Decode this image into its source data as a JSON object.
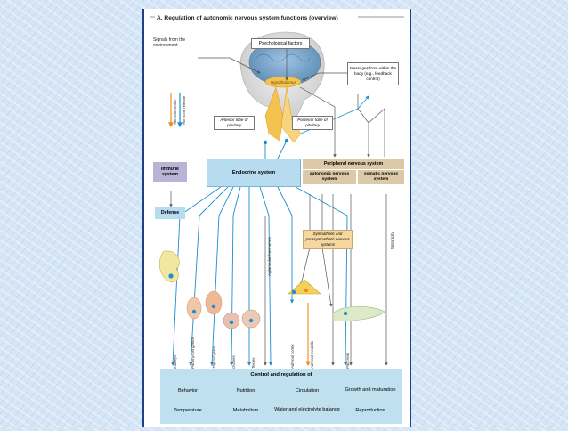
{
  "title": "A. Regulation of autonomic nervous system functions (overview)",
  "labels": {
    "signals": "Signals from the environment",
    "psych": "Psychological factors",
    "messages": "Messages from within the body (e.g., feedback control)",
    "hypothalamus": "Hypothalamus",
    "anterior": "Anterior lobe of pituitary",
    "posterior": "Posterior lobe of pituitary",
    "neurosecretion": "Neurosecretion",
    "hormone_release": "Hormone release",
    "immune": "Immune system",
    "endocrine": "Endocrine system",
    "peripheral": "Peripheral nervous system",
    "autonomic": "autonomic nervous system",
    "somatic": "somatic nervous system",
    "defense": "Defense",
    "aglandular": "Aglandular hormones",
    "motoricity": "Motoricity",
    "symp": "Sympathetic and parasympathetic nervous systems",
    "control": "Control and regulation of"
  },
  "organs": [
    "Kidneys",
    "Parathyroid glands",
    "Thyroid gland",
    "Ovaries",
    "Testes",
    "Adrenal cortex",
    "Adrenal medulla",
    "Pancreas"
  ],
  "outcomes": {
    "behavior": "Behavior",
    "temperature": "Temperature",
    "nutrition": "Nutrition",
    "metabolism": "Metabolism",
    "circulation": "Circulation",
    "water": "Water and electrolyte balance",
    "growth": "Growth and maturation",
    "reproduction": "Reproduction"
  },
  "colors": {
    "hormone_blue": "#1b8fcf",
    "neuro_orange": "#f08a1c",
    "endocrine_box": "#b8dcef",
    "pns_box": "#dcc9a8",
    "immune_box": "#b9b3d6",
    "footer": "#bfe0ef",
    "frame": "#1e3f8a"
  }
}
